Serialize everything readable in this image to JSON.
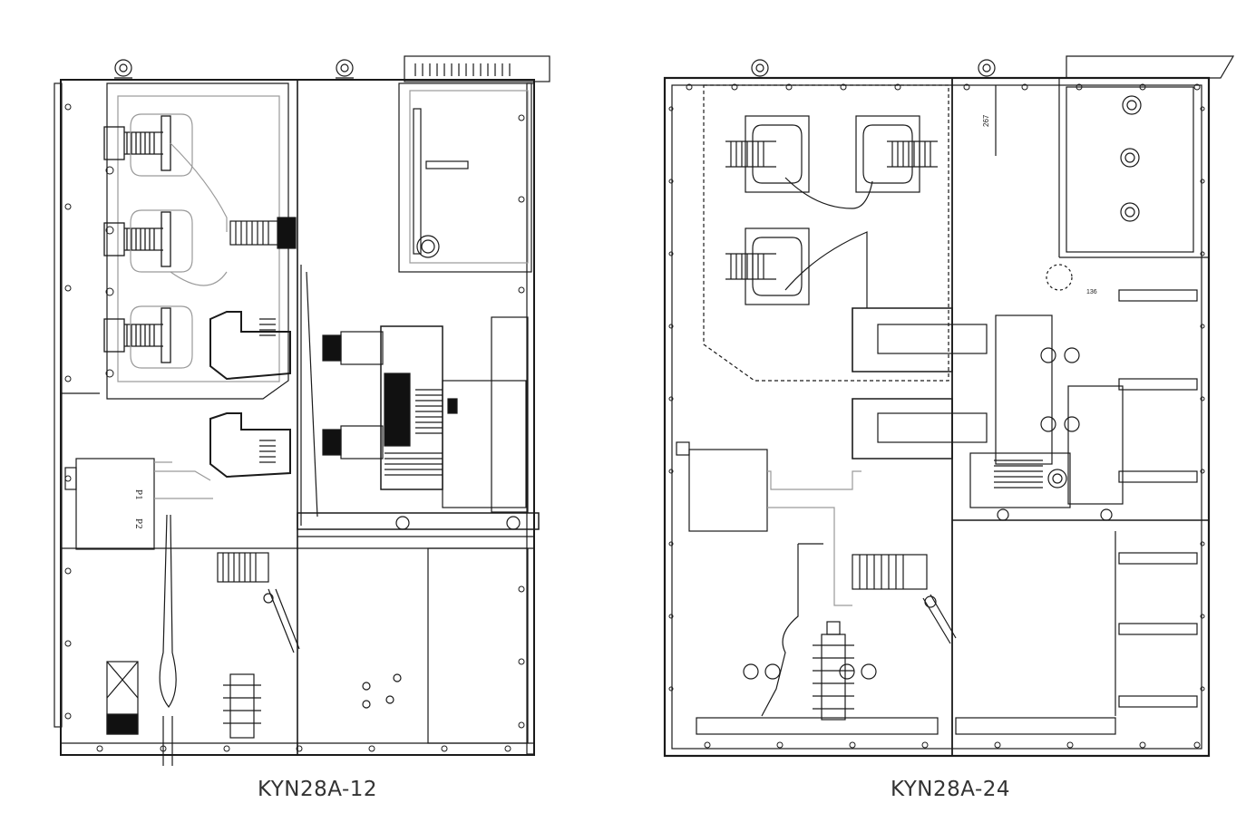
{
  "figure": {
    "left_caption": "KYN28A-12",
    "right_caption": "KYN28A-24"
  },
  "left_panel": {
    "ct_labels": [
      "P1",
      "P2"
    ]
  },
  "right_panel": {
    "dimension_label": "267",
    "small_label": "136"
  },
  "colors": {
    "line": "#1a1a1a",
    "light_line": "#9a9a9a",
    "fill_dark": "#111111",
    "caption": "#333333"
  }
}
